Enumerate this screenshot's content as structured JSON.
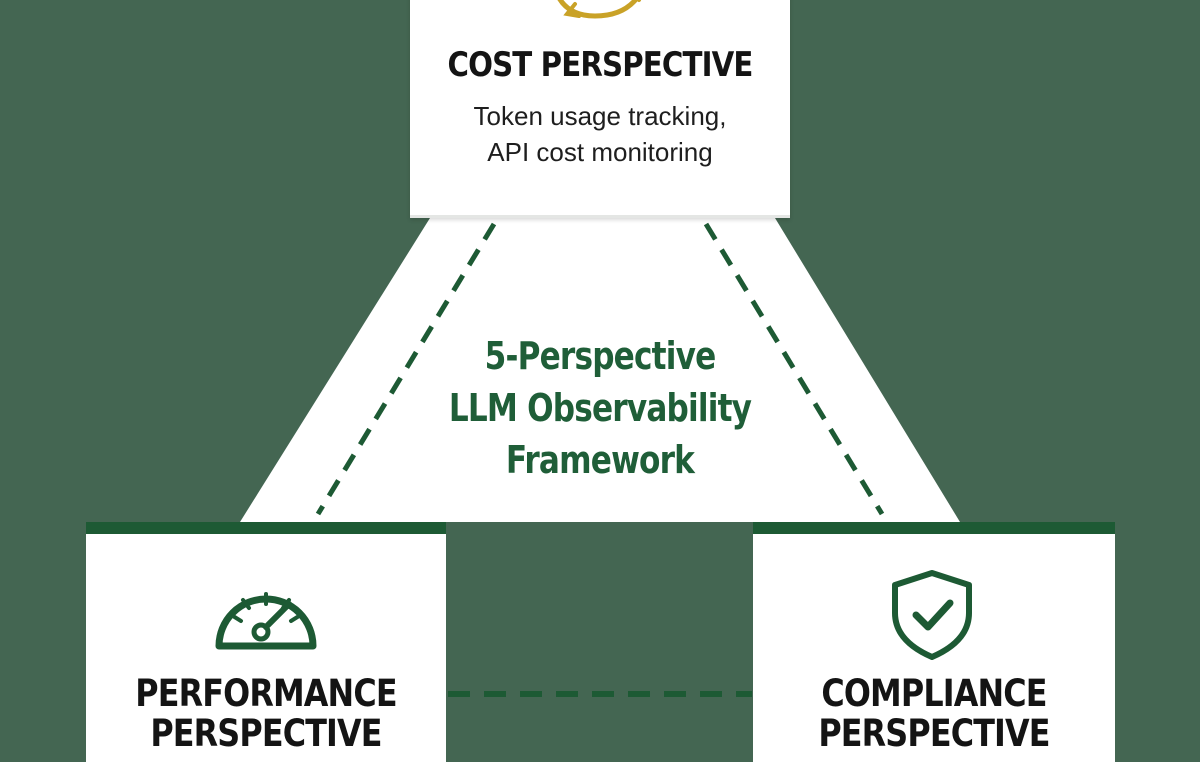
{
  "colors": {
    "background": "#446652",
    "panel": "#ffffff",
    "accent_green": "#1d5a34",
    "title_green": "#1f5e38",
    "gold": "#c9a227"
  },
  "center": {
    "title_lines": [
      "5-Perspective",
      "LLM Observability",
      "Framework"
    ]
  },
  "perspectives": {
    "cost": {
      "title": "COST PERSPECTIVE",
      "description_lines": [
        "Token usage tracking,",
        "API cost monitoring"
      ],
      "icon": "refresh-cycle-icon"
    },
    "performance": {
      "title_lines": [
        "PERFORMANCE",
        "PERSPECTIVE"
      ],
      "icon": "speedometer-icon"
    },
    "compliance": {
      "title_lines": [
        "COMPLIANCE",
        "PERSPECTIVE"
      ],
      "icon": "shield-check-icon"
    }
  }
}
